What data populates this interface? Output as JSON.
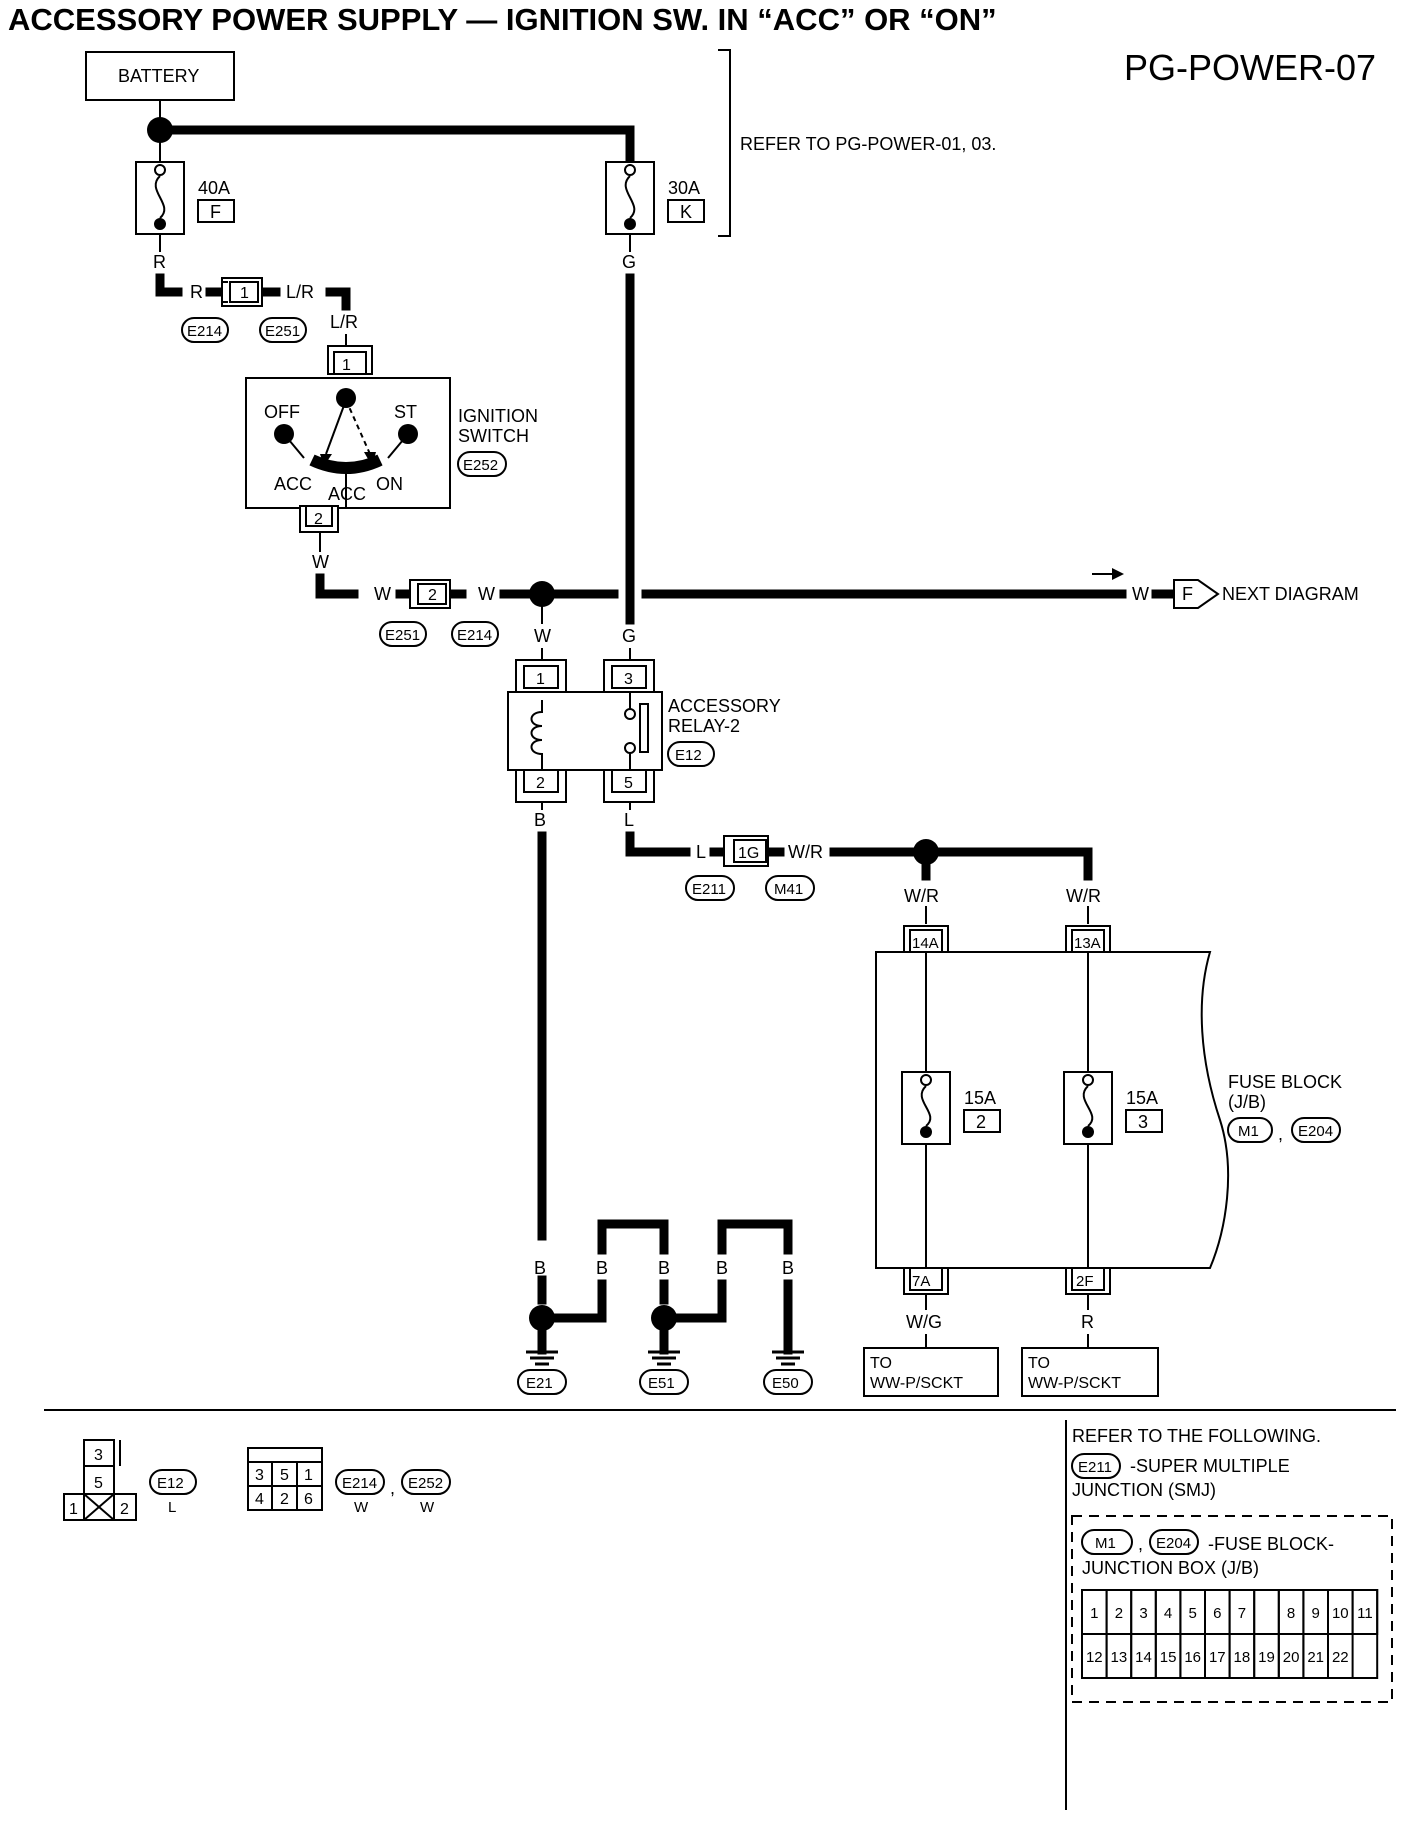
{
  "title": "ACCESSORY POWER SUPPLY — IGNITION SW. IN “ACC” OR “ON”",
  "diagram_id": "PG-POWER-07",
  "refer_note": "REFER TO PG-POWER-01, 03.",
  "battery_label": "BATTERY",
  "fuses": {
    "f40": {
      "rating": "40A",
      "id": "F"
    },
    "f30": {
      "rating": "30A",
      "id": "K"
    },
    "f15a": {
      "rating": "15A",
      "id": "2"
    },
    "f15b": {
      "rating": "15A",
      "id": "3"
    }
  },
  "wire_colors": {
    "r": "R",
    "lr": "L/R",
    "g": "G",
    "w": "W",
    "b": "B",
    "l": "L",
    "wr": "W/R",
    "wg": "W/G"
  },
  "connectors": {
    "e214": "E214",
    "e251": "E251",
    "e252": "E252",
    "e12": "E12",
    "e211": "E211",
    "m41": "M41",
    "m1": "M1",
    "e204": "E204",
    "e21": "E21",
    "e51": "E51",
    "e50": "E50"
  },
  "pins": {
    "j1": "1",
    "j2": "2",
    "ign1": "1",
    "ign2": "2",
    "relay1": "1",
    "relay2": "2",
    "relay3": "3",
    "relay5": "5",
    "j1g": "1G",
    "fb14a": "14A",
    "fb13a": "13A",
    "fb7a": "7A",
    "fb2f": "2F"
  },
  "ignition_switch": {
    "label_line1": "IGNITION",
    "label_line2": "SWITCH",
    "positions": {
      "off": "OFF",
      "st": "ST",
      "acc_left": "ACC",
      "acc_center": "ACC",
      "on": "ON"
    }
  },
  "relay": {
    "label_line1": "ACCESSORY",
    "label_line2": "RELAY-2"
  },
  "next_diagram": {
    "connector": "F",
    "text": "NEXT DIAGRAM"
  },
  "fuse_block": {
    "label_line1": "FUSE BLOCK",
    "label_line2": "(J/B)",
    "separator": ","
  },
  "outputs": {
    "to1_line1": "TO",
    "to1_line2": "WW-P/SCKT",
    "to2_line1": "TO",
    "to2_line2": "WW-P/SCKT"
  },
  "legend": {
    "e12_pins": [
      "3",
      "5",
      "1",
      "2"
    ],
    "e12_color": "L",
    "e214_pins_top": [
      "3",
      "5",
      "1"
    ],
    "e214_pins_bottom": [
      "4",
      "2",
      "6"
    ],
    "e214_color": "W",
    "e252_color": "W",
    "separator": ","
  },
  "reference": {
    "header": "REFER TO THE FOLLOWING.",
    "smj_line1": "-SUPER MULTIPLE",
    "smj_line2": "JUNCTION (SMJ)",
    "jb_line1": "-FUSE BLOCK-",
    "jb_line2": "JUNCTION BOX (J/B)",
    "separator": ",",
    "jb_pins_top": [
      "1",
      "2",
      "3",
      "4",
      "5",
      "6",
      "7",
      "",
      "8",
      "9",
      "10",
      "11"
    ],
    "jb_pins_bottom": [
      "12",
      "13",
      "14",
      "15",
      "16",
      "17",
      "18",
      "19",
      "20",
      "21",
      "22"
    ]
  }
}
